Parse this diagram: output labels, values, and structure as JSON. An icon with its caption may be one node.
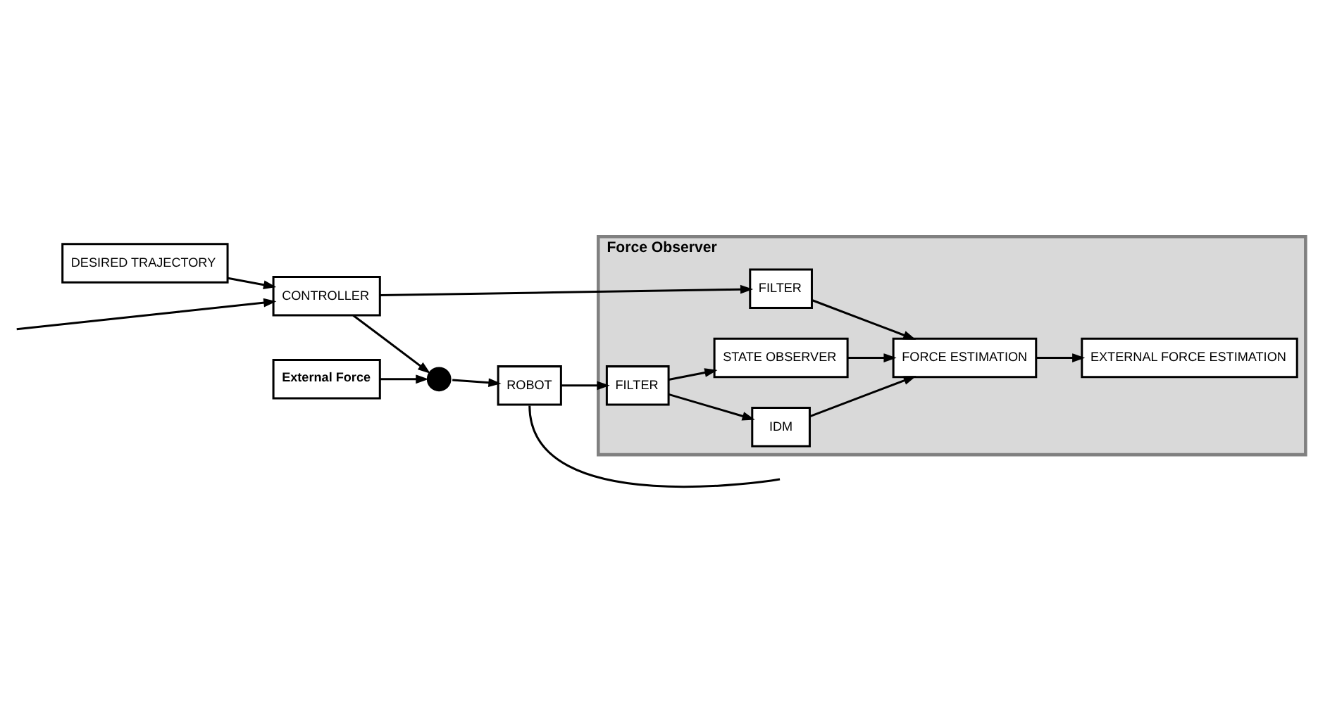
{
  "diagram": {
    "nodes": [
      {
        "text": [
          "Force Observer"
        ]
      },
      {
        "text": [
          "EXTERNAL FORCE ESTIMATION"
        ],
        "in": 0
      },
      {
        "text": [
          "FORCE ESTIMATION"
        ],
        "in": 0
      },
      {
        "text": [
          "IDM"
        ],
        "in": 0
      },
      {
        "text": [
          "STATE OBSERVER"
        ],
        "in": 0
      },
      {
        "text": [
          "FILTER"
        ],
        "in": 0
      },
      {
        "text": [
          "FILTER"
        ],
        "in": 0
      },
      {
        "text": [
          "DESIRED TRAJECTORY"
        ]
      },
      {
        "text": [
          "CONTROLLER"
        ]
      },
      {
        "text": [],
        "shape": "circle"
      },
      {
        "text": [
          "ROBOT"
        ]
      },
      {
        "text": [
          "External Force"
        ]
      }
    ],
    "edges": [
      {
        "from": 2,
        "to": 1,
        "arrow": "to"
      },
      {
        "from": 3,
        "to": 2,
        "arrow": "to"
      },
      {
        "from": 4,
        "to": 2,
        "arrow": "to"
      },
      {
        "from": 5,
        "to": 2,
        "arrow": "to"
      },
      {
        "from": 6,
        "to": 3,
        "arrow": "to"
      },
      {
        "from": 6,
        "to": 4,
        "arrow": "to"
      },
      {
        "from": 7,
        "to": 8,
        "arrow": "to"
      },
      {
        "from": 8,
        "to": 5,
        "arrow": "to"
      },
      {
        "from": 8,
        "to": 9,
        "arrow": "to"
      },
      {
        "from": 9,
        "to": 10,
        "arrow": "to"
      },
      {
        "from": 11,
        "to": 9,
        "arrow": "to"
      },
      {
        "from": null,
        "to": 8,
        "arrow": "to"
      },
      {
        "from": 10,
        "to": 6,
        "arrow": "to"
      },
      {
        "from": 10,
        "to": null,
        "arrow": "none"
      }
    ]
  }
}
